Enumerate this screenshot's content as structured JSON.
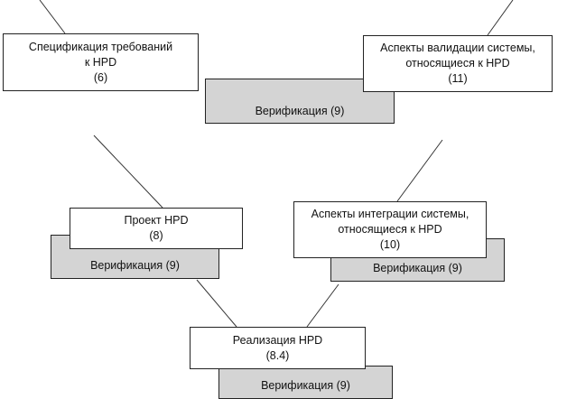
{
  "nodes": {
    "spec": {
      "line1": "Спецификация требований",
      "line2": "к HPD",
      "line3": "(6)"
    },
    "validation": {
      "line1": "Аспекты валидации системы,",
      "line2": "относящиеся к HPD",
      "line3": "(11)",
      "verification": "Верификация (9)"
    },
    "design": {
      "line1": "Проект HPD",
      "line2": "(8)",
      "verification": "Верификация (9)"
    },
    "integration": {
      "line1": "Аспекты интеграции системы,",
      "line2": "относящиеся к HPD",
      "line3": "(10)",
      "verification": "Верификация (9)"
    },
    "implementation": {
      "line1": "Реализация HPD",
      "line2": "(8.4)",
      "verification": "Верификация (9)"
    }
  },
  "colors": {
    "box_fill": "#ffffff",
    "verification_fill": "#d4d4d4",
    "stroke": "#222222"
  }
}
